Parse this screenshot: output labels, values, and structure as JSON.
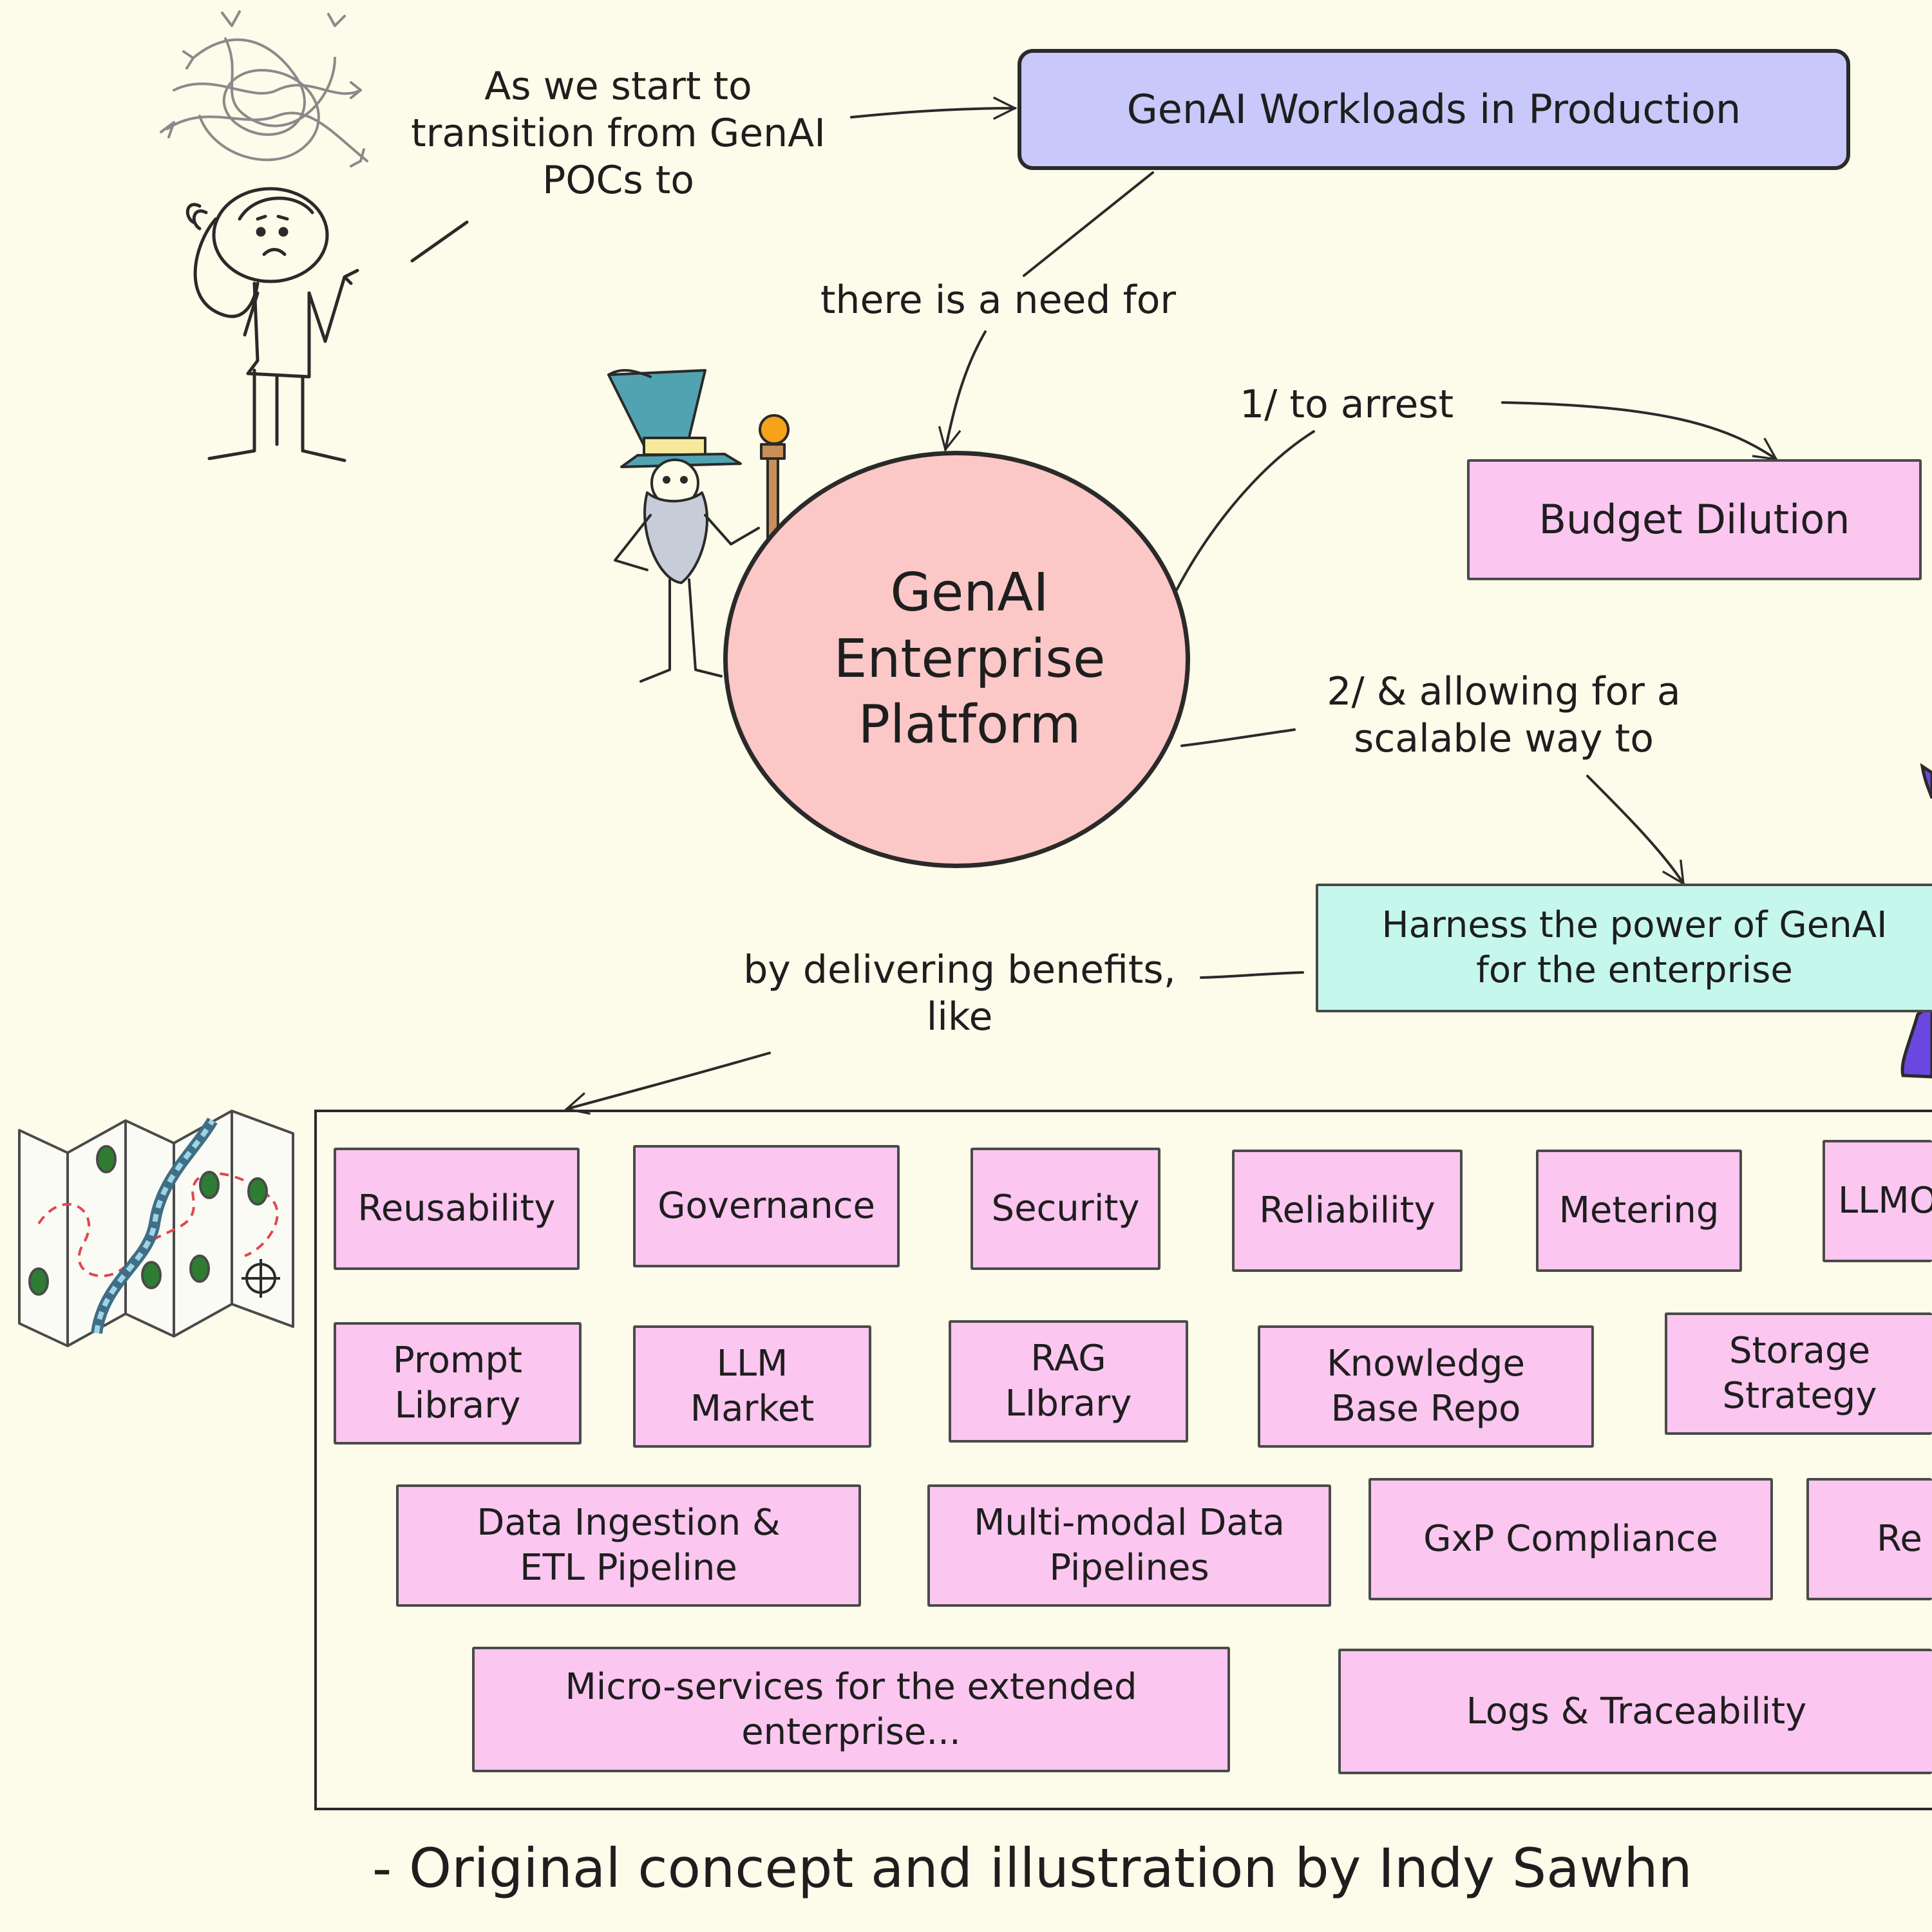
{
  "figure": {
    "note_transition": "As we start to\ntransition from GenAI\nPOCs to",
    "production_box": "GenAI Workloads in Production",
    "note_need": "there is a need for",
    "platform_circle": "GenAI\nEnterprise\nPlatform",
    "note_arrest": "1/ to arrest",
    "budget_box": "Budget Dilution",
    "note_scalable": "2/ & allowing for a\nscalable way to",
    "harness_box": "Harness the power of GenAI\nfor the enterprise",
    "note_benefits": "by delivering benefits,\nlike",
    "credit": "- Original concept and illustration by Indy Sawhn"
  },
  "benefits": {
    "reusability": "Reusability",
    "governance": "Governance",
    "security": "Security",
    "reliability": "Reliability",
    "metering": "Metering",
    "llmops": "LLMO",
    "prompt_library": "Prompt\nLibrary",
    "llm_market": "LLM\nMarket",
    "rag_library": "RAG\nLIbrary",
    "knowledge_base": "Knowledge\nBase Repo",
    "storage_strategy": "Storage\nStrategy",
    "data_ingestion": "Data Ingestion &\nETL Pipeline",
    "multimodal": "Multi-modal Data\nPipelines",
    "gxp": "GxP Compliance",
    "re_partial": "Re",
    "microservices": "Micro-services for the extended\nenterprise...",
    "logs": "Logs & Traceability"
  },
  "colors": {
    "background": "#fdfbea",
    "production_box": "#c8c8fb",
    "platform_circle": "#fbc7c7",
    "benefit_box": "#fbc6ef",
    "harness_box": "#c6f7ec",
    "stroke": "#2a2a2a"
  },
  "icons": [
    "stressed-person-icon",
    "tangled-arrows-icon",
    "wizard-icon",
    "treasure-map-icon",
    "purple-figure-icon"
  ]
}
